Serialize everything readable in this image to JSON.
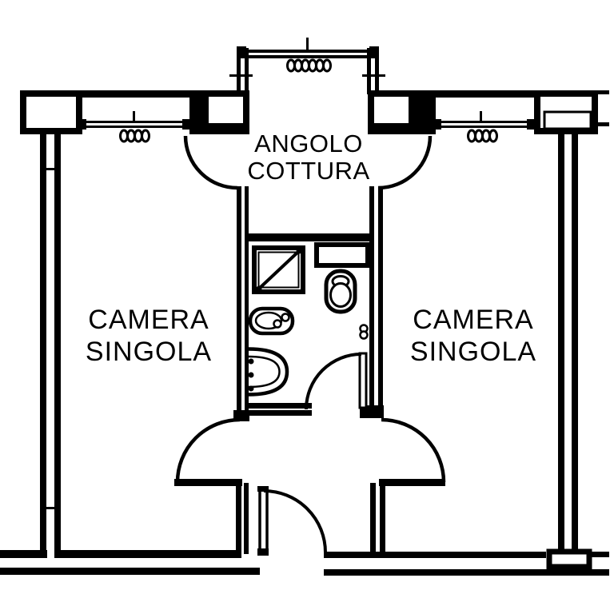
{
  "plan": {
    "type": "apartment-floor-plan",
    "rooms": {
      "kitchenette": {
        "line1": "ANGOLO",
        "line2": "COTTURA"
      },
      "bedroom_left": {
        "line1": "CAMERA",
        "line2": "SINGOLA"
      },
      "bedroom_right": {
        "line1": "CAMERA",
        "line2": "SINGOLA"
      }
    },
    "colors": {
      "ink": "#000000",
      "background": "#ffffff"
    },
    "symbols": [
      "shower-icon",
      "toilet-icon",
      "bidet-icon",
      "washbasin-icon",
      "counter-icon",
      "door-swing-arc",
      "window-coil-icon"
    ]
  }
}
